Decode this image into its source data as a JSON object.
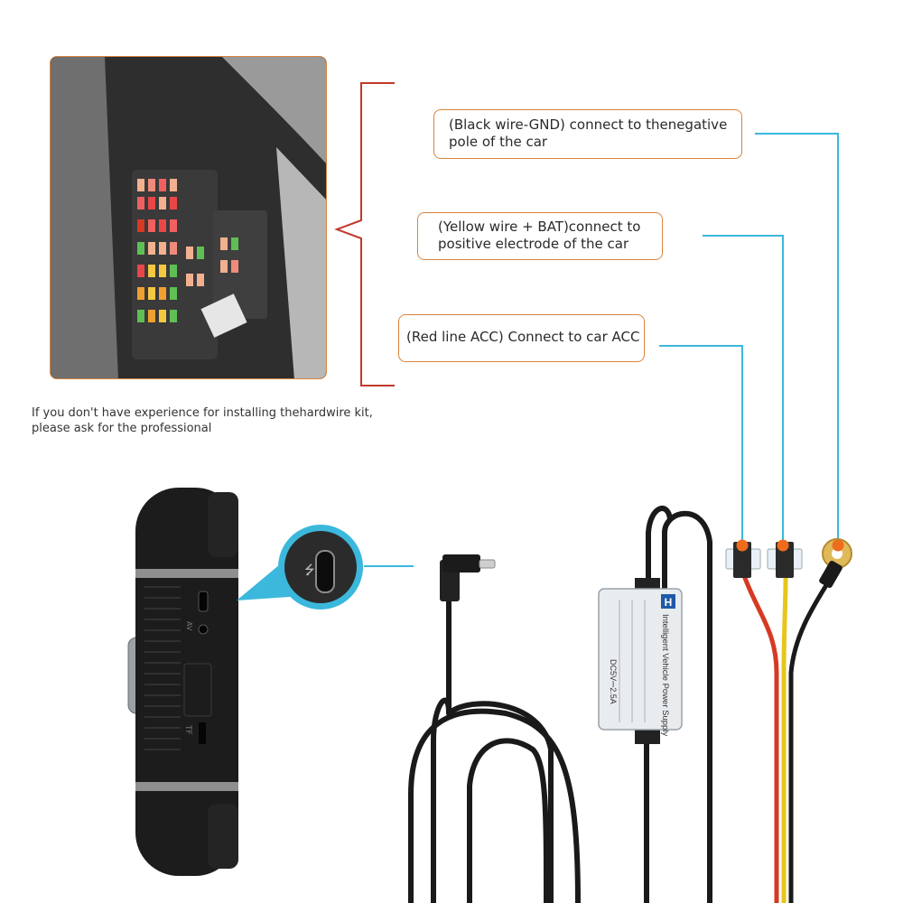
{
  "callouts": {
    "gnd": {
      "line1": "(Black wire-GND) connect to thenegative",
      "line2": "pole of the car"
    },
    "bat": {
      "line1": "(Yellow wire + BAT)connect to",
      "line2": "positive electrode of the car"
    },
    "acc": {
      "text": "(Red line ACC) Connect to car ACC"
    }
  },
  "note": {
    "line1": "If you don't have experience for installing thehardwire kit,",
    "line2": "please ask for the professional"
  },
  "power_box": {
    "title": "Intelligent Vehicle Power Supply",
    "logo": "H",
    "output": "DC5V⎓2.5A"
  },
  "camera_labels": {
    "av": "AV",
    "tf": "TF"
  },
  "colors": {
    "callout_border": "#d9843c",
    "leader_line": "#3bb8dc",
    "bracket": "#c0392b",
    "wire_black": "#1a1a1a",
    "wire_yellow": "#e8c51a",
    "wire_red": "#d63a22",
    "marker": "#ef6c1d"
  }
}
